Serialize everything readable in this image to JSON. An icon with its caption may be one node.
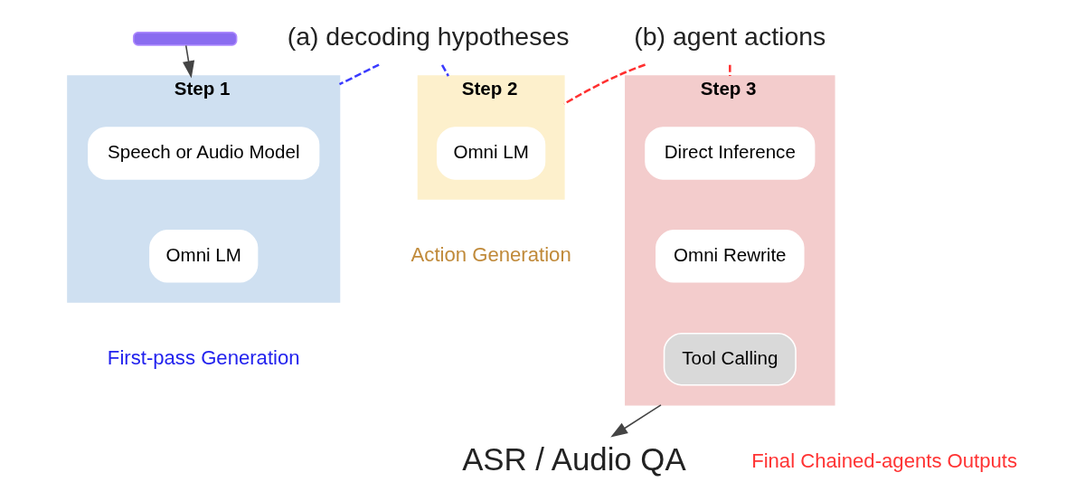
{
  "diagram": {
    "nodes": [
      {
        "text": [
          "(a) decoding hypotheses"
        ]
      },
      {
        "text": [
          "(b) agent actions"
        ]
      },
      {
        "text": [
          "Step 1"
        ],
        "beside": [
          "First-pass Generation"
        ]
      },
      {
        "text": [
          "Speech or Audio Model"
        ],
        "in": 2
      },
      {
        "text": [
          "Omni LM"
        ],
        "in": 2
      },
      {
        "text": [
          "Step 2"
        ],
        "beside": [
          "Action Generation"
        ]
      },
      {
        "text": [
          "Omni LM"
        ],
        "in": 5
      },
      {
        "text": [
          "Step 3"
        ],
        "beside": [
          "Final Chained-agents Outputs"
        ]
      },
      {
        "text": [
          "Direct Inference"
        ],
        "in": 7
      },
      {
        "text": [
          "Omni Rewrite"
        ],
        "in": 7
      },
      {
        "text": [
          "Tool Calling"
        ],
        "in": 7
      },
      {
        "text": [
          "ASR / Audio QA"
        ]
      },
      {
        "text": [],
        "shape": "bar"
      }
    ],
    "edges": [
      {
        "from": 0,
        "to": 2,
        "arrow": "none",
        "style": "dashed",
        "color": "#3b3bff"
      },
      {
        "from": 0,
        "to": 5,
        "arrow": "none",
        "style": "dashed",
        "color": "#3b3bff"
      },
      {
        "from": 1,
        "to": 5,
        "arrow": "none",
        "style": "dashed",
        "color": "#ff3030"
      },
      {
        "from": 1,
        "to": 7,
        "arrow": "none",
        "style": "dashed",
        "color": "#ff3030"
      },
      {
        "from": 12,
        "to": 2,
        "arrow": "to",
        "color": "#444444"
      },
      {
        "from": 7,
        "to": 11,
        "arrow": "to",
        "color": "#444444"
      }
    ]
  }
}
